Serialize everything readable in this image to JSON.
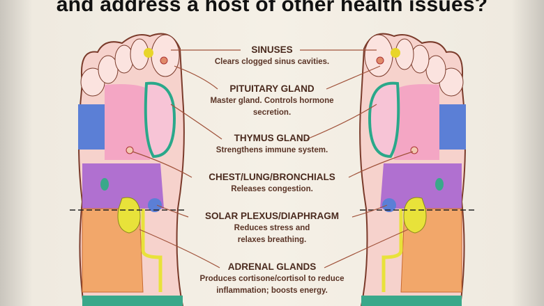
{
  "title": "and address a host of other health issues?",
  "labels": [
    {
      "heading": "SINUSES",
      "desc": "Clears clogged sinus cavities."
    },
    {
      "heading": "PITUITARY GLAND",
      "desc": "Master gland. Controls hormone secretion."
    },
    {
      "heading": "THYMUS GLAND",
      "desc": "Strengthens immune system."
    },
    {
      "heading": "CHEST/LUNG/BRONCHIALS",
      "desc": "Releases congestion."
    },
    {
      "heading": "SOLAR PLEXUS/DIAPHRAGM",
      "desc": "Reduces stress and relaxes breathing."
    },
    {
      "heading": "ADRENAL GLANDS",
      "desc": "Produces cortisone/cortisol to reduce inflammation; boosts energy."
    }
  ],
  "colors": {
    "text": "#4a2a1e",
    "leader": "#a0523a",
    "sole": "#f6c9c2",
    "blue": "#5b7fd6",
    "purple": "#b070d0",
    "yellow": "#e8e23a",
    "orange": "#f2a76a",
    "teal": "#3aa88a"
  }
}
